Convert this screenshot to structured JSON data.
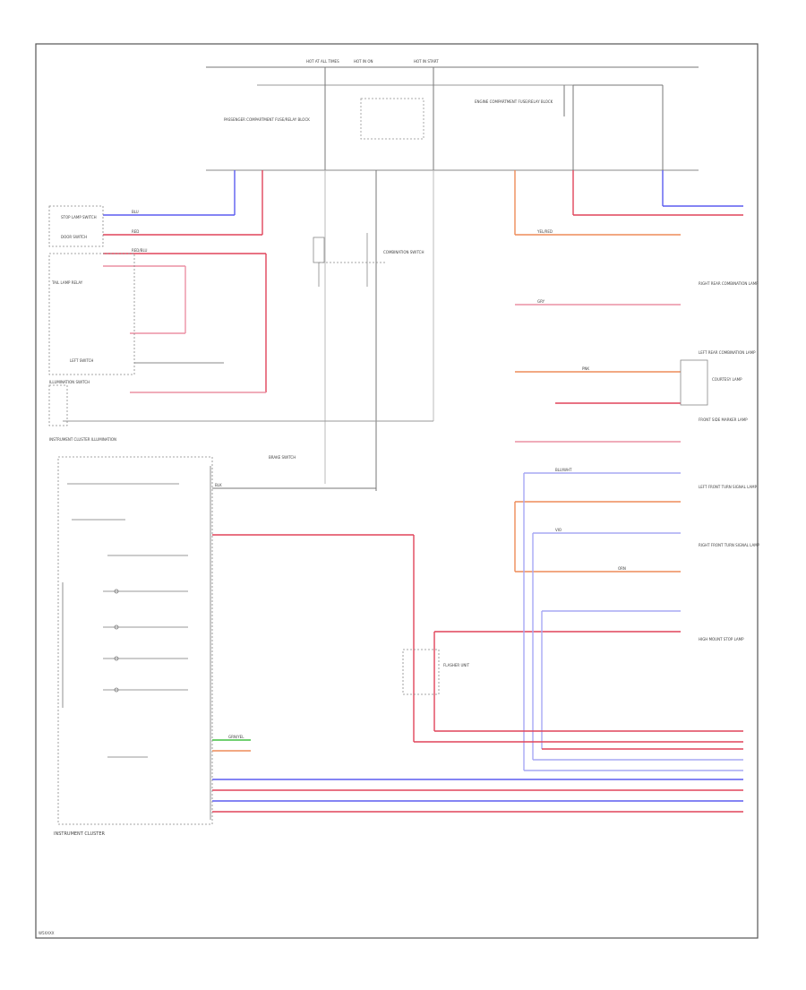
{
  "diagram": {
    "top_labels": [
      "HOT AT ALL TIMES",
      "HOT IN ON",
      "HOT IN START"
    ],
    "fuse_blocks": [
      {
        "label": "PASSENGER COMPARTMENT FUSE/RELAY BLOCK"
      },
      {
        "label": "ENGINE COMPARTMENT FUSE/RELAY BLOCK"
      }
    ],
    "left_components": [
      {
        "label": "STOP LAMP SWITCH"
      },
      {
        "label": "DOOR SWITCH"
      },
      {
        "label": "TAIL LAMP RELAY"
      },
      {
        "label": "LEFT SWITCH"
      },
      {
        "label": "ILLUMINATION SWITCH"
      },
      {
        "label": "INSTRUMENT CLUSTER ILLUMINATION"
      }
    ],
    "right_components": [
      {
        "label": "RIGHT REAR COMBINATION LAMP"
      },
      {
        "label": "LEFT REAR COMBINATION LAMP"
      },
      {
        "label": "COURTESY LAMP"
      },
      {
        "label": "FRONT SIDE MARKER LAMP"
      },
      {
        "label": "LEFT FRONT TURN SIGNAL LAMP"
      },
      {
        "label": "RIGHT FRONT TURN SIGNAL LAMP"
      },
      {
        "label": "HIGH MOUNT STOP LAMP"
      }
    ],
    "center_components": [
      {
        "label": "COMBINATION SWITCH"
      },
      {
        "label": "BRAKE SWITCH"
      },
      {
        "label": "FLASHER UNIT"
      }
    ],
    "bottom_label": "INSTRUMENT CLUSTER",
    "corner_code": "W5XXXX",
    "wire_labels": [
      "BLU",
      "RED",
      "RED/BLU",
      "YEL/RED",
      "GRY",
      "PNK",
      "BLU/WHT",
      "BLK",
      "ORN",
      "VIO",
      "GRN/YEL"
    ],
    "colors": {
      "red": "#e0445a",
      "pink": "#ec90a4",
      "blue": "#5b5cf0",
      "light_blue": "#a7a8f4",
      "orange": "#ee8c58",
      "gray": "#666666",
      "green": "#40c040"
    }
  }
}
